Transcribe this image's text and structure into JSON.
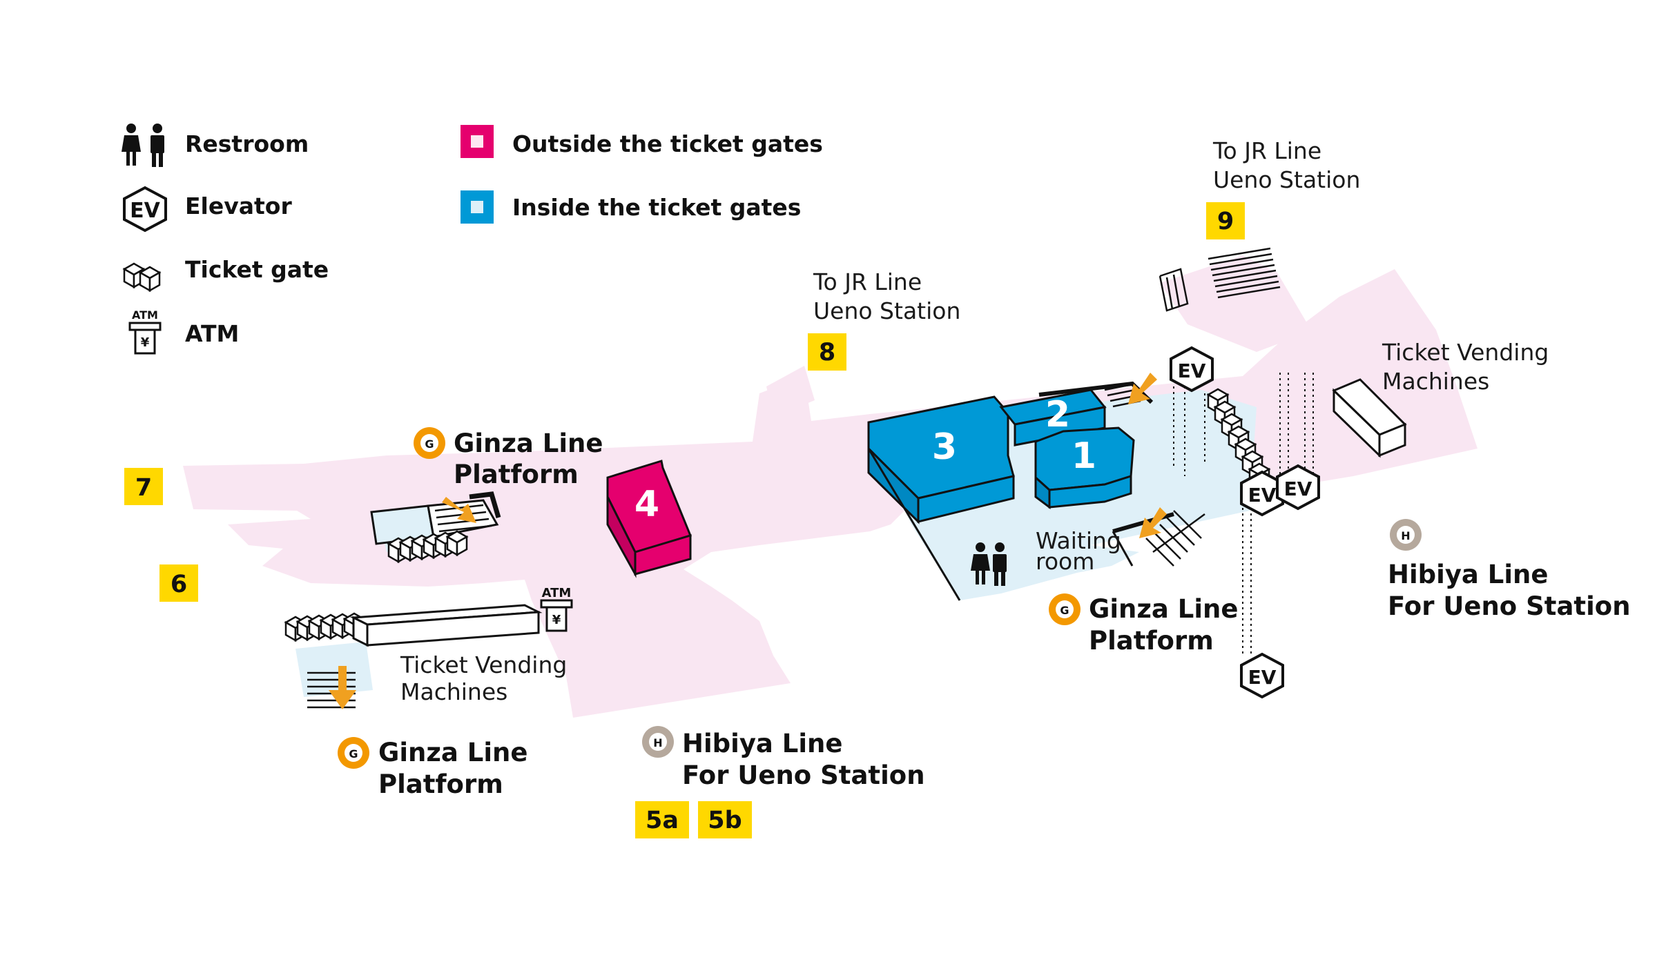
{
  "legend": {
    "restroom": "Restroom",
    "elevator": "Elevator",
    "ticket_gate": "Ticket gate",
    "atm": "ATM",
    "outside_gates": "Outside the ticket gates",
    "inside_gates": "Inside the ticket gates"
  },
  "icons": {
    "ev": "EV",
    "atm": "ATM",
    "yen": "¥",
    "ginza_badge": "G",
    "hibiya_badge": "H"
  },
  "exits": {
    "e5a": "5a",
    "e5b": "5b",
    "e6": "6",
    "e7": "7",
    "e8": "8",
    "e9": "9"
  },
  "zones": {
    "z1": "1",
    "z2": "2",
    "z3": "3",
    "z4": "4"
  },
  "labels": {
    "jr_mid_1": "To JR Line",
    "jr_mid_2": "Ueno Station",
    "jr_right_1": "To JR Line",
    "jr_right_2": "Ueno Station",
    "ginza_top_1": "Ginza Line",
    "ginza_top_2": "Platform",
    "ginza_left_1": "Ginza Line",
    "ginza_left_2": "Platform",
    "ginza_right_1": "Ginza Line",
    "ginza_right_2": "Platform",
    "hibiya_mid_1": "Hibiya Line",
    "hibiya_mid_2": "For Ueno Station",
    "hibiya_right_1": "Hibiya Line",
    "hibiya_right_2": "For Ueno Station",
    "tvm_left_1": "Ticket Vending",
    "tvm_left_2": "Machines",
    "tvm_right_1": "Ticket Vending",
    "tvm_right_2": "Machines",
    "waiting_1": "Waiting",
    "waiting_2": "room"
  },
  "colors": {
    "outside": "#e5006e",
    "inside": "#0099d6",
    "corridor": "#f9e6f2",
    "inside_floor": "#dff0f8",
    "exit_box": "#ffd800",
    "ginza": "#f39800",
    "hibiya": "#b5a89c",
    "arrow": "#f0a020"
  }
}
